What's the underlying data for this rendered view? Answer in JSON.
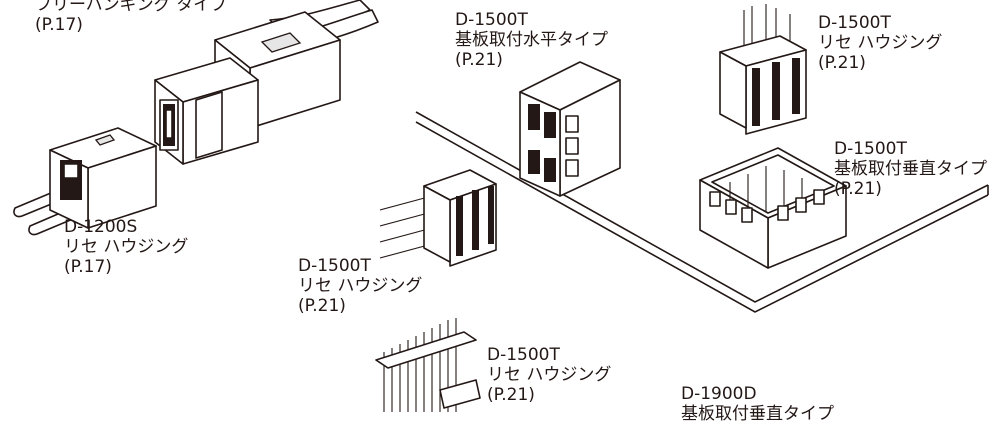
{
  "labels": {
    "free_hanging": {
      "line1": "フリーハンギング タイプ",
      "line2": "(P.17)"
    },
    "d1200s": {
      "line1": "D-1200S",
      "line2": "リセ ハウジング",
      "line3": "(P.17)"
    },
    "d1500t_horizontal": {
      "line1": "D-1500T",
      "line2": "基板取付水平タイプ",
      "line3": "(P.21)"
    },
    "d1500t_receptacle_top": {
      "line1": "D-1500T",
      "line2": "リセ ハウジング",
      "line3": "(P.21)"
    },
    "d1500t_vertical": {
      "line1": "D-1500T",
      "line2": "基板取付垂直タイプ",
      "line3": "(P.21)"
    },
    "d1500t_receptacle_mid": {
      "line1": "D-1500T",
      "line2": "リセ ハウジング",
      "line3": "(P.21)"
    },
    "d1500t_receptacle_bottom": {
      "line1": "D-1500T",
      "line2": "リセ ハウジング",
      "line3": "(P.21)"
    },
    "d1900d": {
      "line1": "D-1900D",
      "line2": "基板取付垂直タイプ"
    }
  },
  "colors": {
    "line": "#231815",
    "fill": "#ffffff",
    "shade": "#e6e6e6"
  }
}
